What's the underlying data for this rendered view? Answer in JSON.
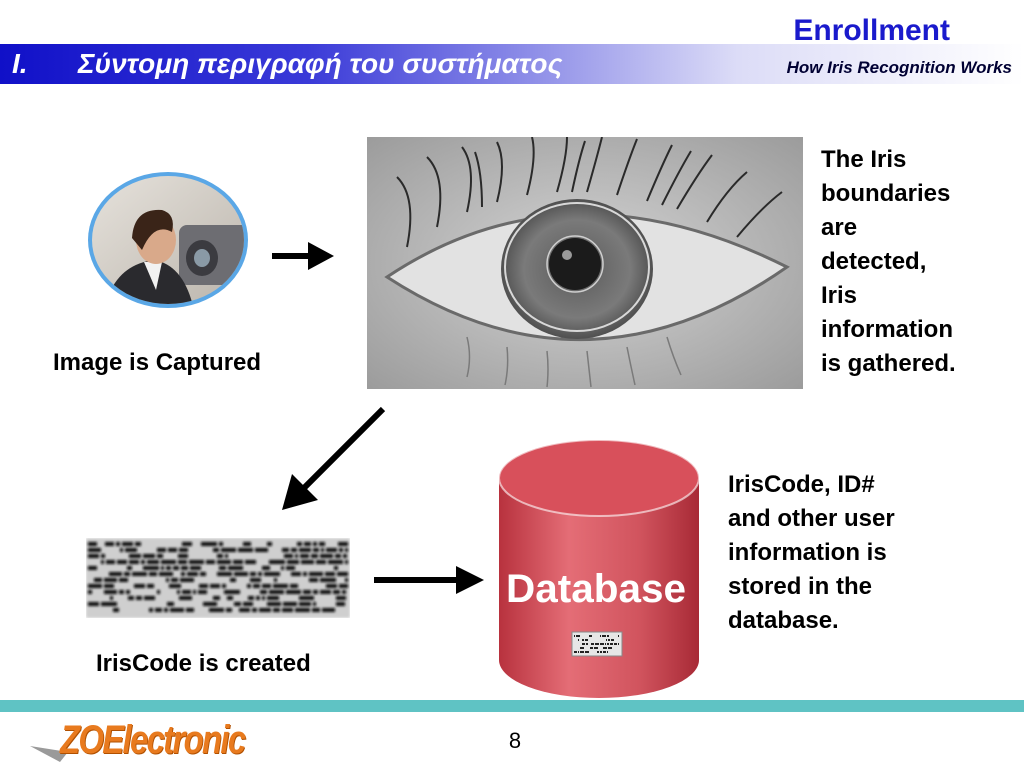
{
  "header": {
    "slide_title": "Enrollment",
    "section_roman": "I.",
    "section_title": "Σύντομη περιγραφή του συστήματος",
    "subtitle": "How Iris Recognition Works"
  },
  "steps": {
    "capture_caption": "Image is Captured",
    "iris_caption": [
      "The Iris",
      "boundaries",
      "are",
      "detected,",
      "Iris",
      "information",
      "is gathered."
    ],
    "iriscode_caption": "IrisCode is created",
    "database_caption": [
      "IrisCode, ID#",
      "and other user",
      "information is",
      "stored in the",
      "database."
    ],
    "database_label": "Database"
  },
  "footer": {
    "page_number": "8",
    "logo": "ZOElectronic"
  },
  "colors": {
    "title_blue": "#1a1acc",
    "header_blue": "#1010c8",
    "teal_bar": "#5fc3c4",
    "db_red": "#c8404c",
    "logo_orange": "#e87a1e"
  }
}
